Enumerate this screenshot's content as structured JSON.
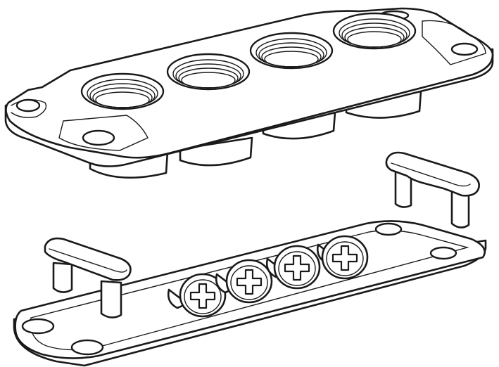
{
  "diagram": {
    "parts": [
      {
        "name": "threaded-port-housing",
        "ports": 4
      },
      {
        "name": "clamp-bracket",
        "count": 2
      },
      {
        "name": "base-gasket-plate",
        "screws": 4
      }
    ],
    "colors": {
      "line": "#1a1a1a",
      "fill": "#ffffff"
    }
  }
}
